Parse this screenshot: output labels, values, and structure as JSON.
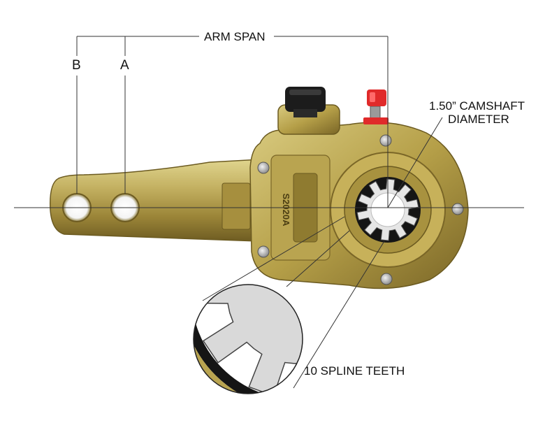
{
  "labels": {
    "arm_span": "ARM SPAN",
    "hole_b": "B",
    "hole_a": "A",
    "camshaft_line1": "1.50” CAMSHAFT",
    "camshaft_line2": "DIAMETER",
    "spline_teeth": "10 SPLINE TEETH",
    "part_stamp": "S2020A"
  },
  "colors": {
    "brass_light": "#d4c47a",
    "brass_mid": "#b09a45",
    "brass_dark": "#6e5c22",
    "cap_red": "#e02a2a",
    "nut_black": "#1c1c1c",
    "leader_line": "#333333"
  },
  "icons": {
    "grease_fitting": "grease-fitting-icon",
    "adjuster_nut": "adjuster-nut-icon"
  }
}
